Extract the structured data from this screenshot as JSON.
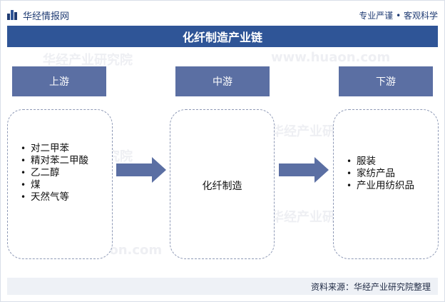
{
  "header": {
    "brand_name": "华经情报网",
    "tagline": "专业严谨 • 客观科学"
  },
  "title": "化纤制造产业链",
  "stages": {
    "upstream": {
      "label": "上游",
      "items": [
        "对二甲苯",
        "精对苯二甲酸",
        "乙二醇",
        "煤",
        "天然气等"
      ]
    },
    "midstream": {
      "label": "中游",
      "text": "化纤制造"
    },
    "downstream": {
      "label": "下游",
      "items": [
        "服装",
        "家纺产品",
        "产业用纺织品"
      ]
    }
  },
  "watermark": {
    "cn": "华经产业研究院",
    "url": "www.huaon.com"
  },
  "footer": {
    "source": "资料来源：华经产业研究院整理"
  },
  "colors": {
    "title_bar": "#2f5597",
    "stage_header": "#5b6fa3",
    "arrow": "#5b6fa3",
    "box_border": "#8f9ab6",
    "footer_bg": "#eef1f6"
  }
}
